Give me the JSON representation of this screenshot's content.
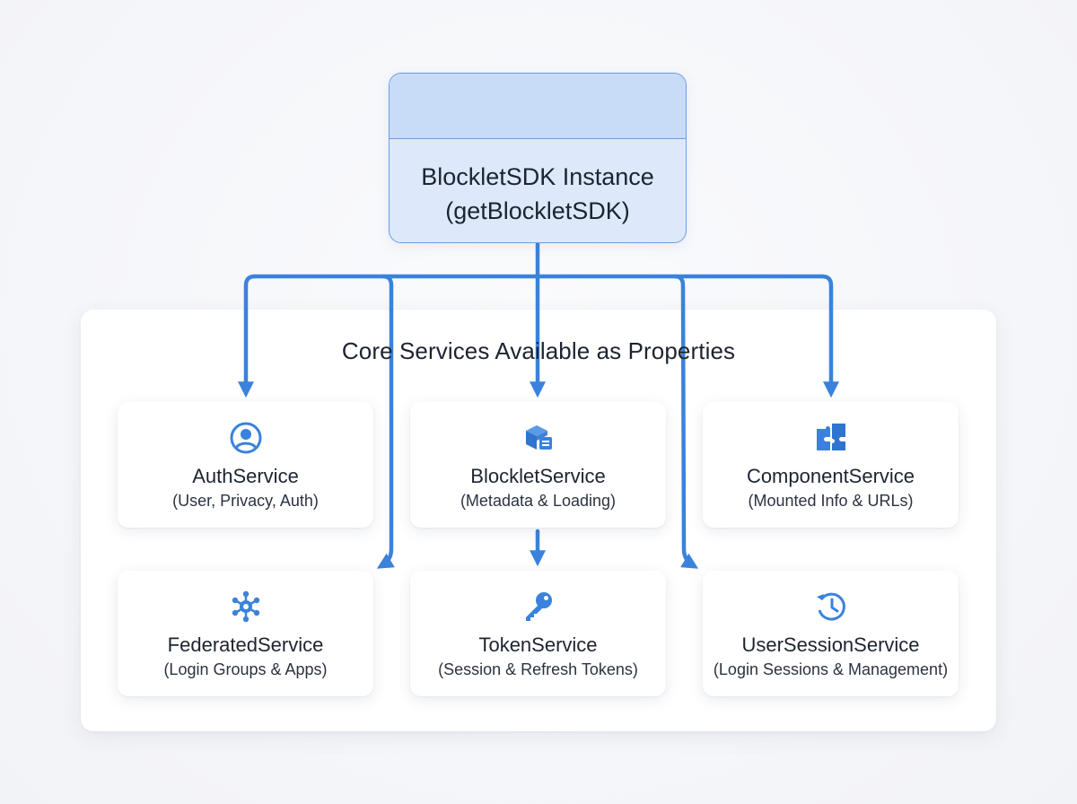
{
  "root": {
    "title": "BlockletSDK Instance",
    "subtitle": "(getBlockletSDK)"
  },
  "panel": {
    "title": "Core Services Available as Properties"
  },
  "services": [
    {
      "name": "AuthService",
      "desc": "(User, Privacy, Auth)",
      "icon": "user-circle-icon"
    },
    {
      "name": "BlockletService",
      "desc": "(Metadata & Loading)",
      "icon": "package-icon"
    },
    {
      "name": "ComponentService",
      "desc": "(Mounted Info & URLs)",
      "icon": "puzzle-icon"
    },
    {
      "name": "FederatedService",
      "desc": "(Login Groups & Apps)",
      "icon": "network-hub-icon"
    },
    {
      "name": "TokenService",
      "desc": "(Session & Refresh Tokens)",
      "icon": "key-icon"
    },
    {
      "name": "UserSessionService",
      "desc": "(Login Sessions & Management)",
      "icon": "history-clock-icon"
    }
  ],
  "colors": {
    "accent": "#3a82dc",
    "root_fill": "#dde9fb",
    "root_header": "#c9dcf7",
    "root_border": "#6b9ede",
    "text": "#1d2430"
  }
}
